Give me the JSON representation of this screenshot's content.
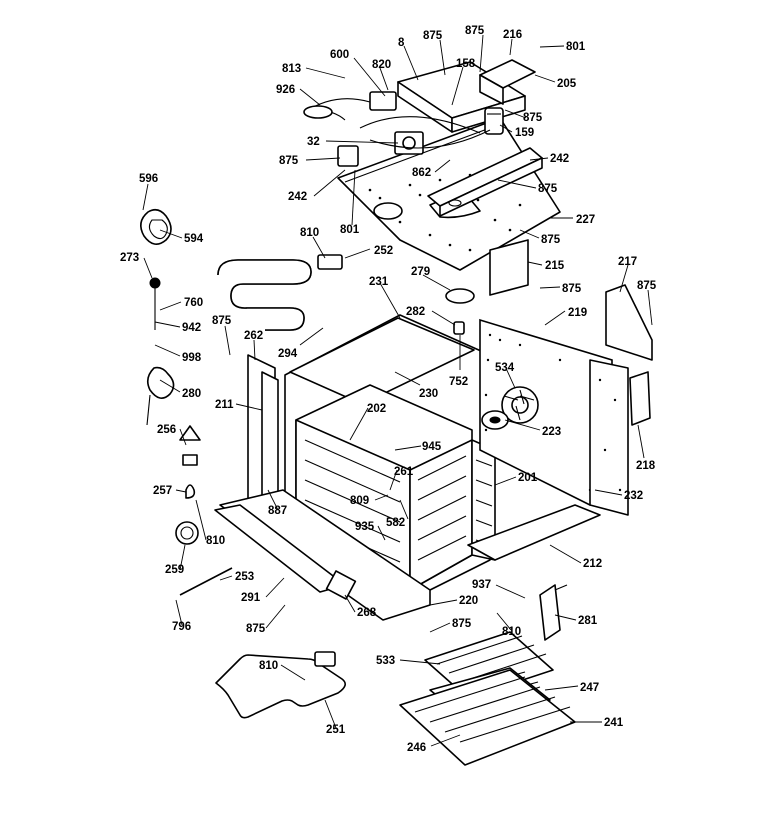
{
  "diagram": {
    "callouts": [
      {
        "id": "801a",
        "text": "801"
      },
      {
        "id": "216",
        "text": "216"
      },
      {
        "id": "875a",
        "text": "875"
      },
      {
        "id": "875b",
        "text": "875"
      },
      {
        "id": "8",
        "text": "8"
      },
      {
        "id": "600",
        "text": "600"
      },
      {
        "id": "820",
        "text": "820"
      },
      {
        "id": "158",
        "text": "158"
      },
      {
        "id": "813",
        "text": "813"
      },
      {
        "id": "205",
        "text": "205"
      },
      {
        "id": "926",
        "text": "926"
      },
      {
        "id": "875c",
        "text": "875"
      },
      {
        "id": "159",
        "text": "159"
      },
      {
        "id": "32",
        "text": "32"
      },
      {
        "id": "875d",
        "text": "875"
      },
      {
        "id": "862",
        "text": "862"
      },
      {
        "id": "242a",
        "text": "242"
      },
      {
        "id": "242b",
        "text": "242"
      },
      {
        "id": "875e",
        "text": "875"
      },
      {
        "id": "596",
        "text": "596"
      },
      {
        "id": "227",
        "text": "227"
      },
      {
        "id": "801b",
        "text": "801"
      },
      {
        "id": "594",
        "text": "594"
      },
      {
        "id": "810a",
        "text": "810"
      },
      {
        "id": "875f",
        "text": "875"
      },
      {
        "id": "252",
        "text": "252"
      },
      {
        "id": "273",
        "text": "273"
      },
      {
        "id": "215",
        "text": "215"
      },
      {
        "id": "217",
        "text": "217"
      },
      {
        "id": "279",
        "text": "279"
      },
      {
        "id": "231",
        "text": "231"
      },
      {
        "id": "875g",
        "text": "875"
      },
      {
        "id": "875h",
        "text": "875"
      },
      {
        "id": "760",
        "text": "760"
      },
      {
        "id": "282",
        "text": "282"
      },
      {
        "id": "219",
        "text": "219"
      },
      {
        "id": "875i",
        "text": "875"
      },
      {
        "id": "942",
        "text": "942"
      },
      {
        "id": "262",
        "text": "262"
      },
      {
        "id": "294",
        "text": "294"
      },
      {
        "id": "998",
        "text": "998"
      },
      {
        "id": "752",
        "text": "752"
      },
      {
        "id": "534",
        "text": "534"
      },
      {
        "id": "280",
        "text": "280"
      },
      {
        "id": "230",
        "text": "230"
      },
      {
        "id": "211",
        "text": "211"
      },
      {
        "id": "202",
        "text": "202"
      },
      {
        "id": "223",
        "text": "223"
      },
      {
        "id": "256",
        "text": "256"
      },
      {
        "id": "945",
        "text": "945"
      },
      {
        "id": "218",
        "text": "218"
      },
      {
        "id": "261",
        "text": "261"
      },
      {
        "id": "201",
        "text": "201"
      },
      {
        "id": "257",
        "text": "257"
      },
      {
        "id": "809",
        "text": "809"
      },
      {
        "id": "232",
        "text": "232"
      },
      {
        "id": "887",
        "text": "887"
      },
      {
        "id": "582",
        "text": "582"
      },
      {
        "id": "810b",
        "text": "810"
      },
      {
        "id": "935",
        "text": "935"
      },
      {
        "id": "212",
        "text": "212"
      },
      {
        "id": "259",
        "text": "259"
      },
      {
        "id": "253",
        "text": "253"
      },
      {
        "id": "937",
        "text": "937"
      },
      {
        "id": "291",
        "text": "291"
      },
      {
        "id": "220",
        "text": "220"
      },
      {
        "id": "268",
        "text": "268"
      },
      {
        "id": "281",
        "text": "281"
      },
      {
        "id": "796",
        "text": "796"
      },
      {
        "id": "875j",
        "text": "875"
      },
      {
        "id": "875k",
        "text": "875"
      },
      {
        "id": "810c",
        "text": "810"
      },
      {
        "id": "533",
        "text": "533"
      },
      {
        "id": "810d",
        "text": "810"
      },
      {
        "id": "247",
        "text": "247"
      },
      {
        "id": "241",
        "text": "241"
      },
      {
        "id": "246",
        "text": "246"
      },
      {
        "id": "251",
        "text": "251"
      }
    ]
  }
}
